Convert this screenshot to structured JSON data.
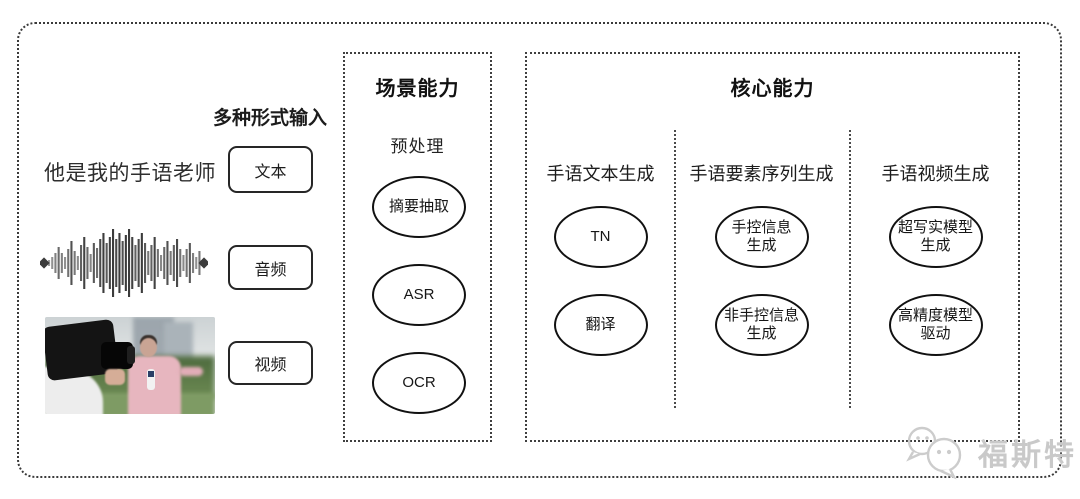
{
  "input_section": {
    "heading": "多种形式输入",
    "sentence": "他是我的手语老师",
    "boxes": [
      {
        "label": "文本"
      },
      {
        "label": "音频"
      },
      {
        "label": "视频"
      }
    ]
  },
  "scene_box": {
    "title": "场景能力",
    "subtitle": "预处理",
    "nodes": [
      {
        "lines": [
          "摘要抽取"
        ]
      },
      {
        "lines": [
          "ASR"
        ]
      },
      {
        "lines": [
          "OCR"
        ]
      }
    ]
  },
  "core_box": {
    "title": "核心能力",
    "columns": [
      {
        "heading": "手语文本生成",
        "nodes": [
          {
            "lines": [
              "TN"
            ]
          },
          {
            "lines": [
              "翻译"
            ]
          }
        ]
      },
      {
        "heading": "手语要素序列生成",
        "nodes": [
          {
            "lines": [
              "手控信息",
              "生成"
            ]
          },
          {
            "lines": [
              "非手控信息",
              "生成"
            ]
          }
        ]
      },
      {
        "heading": "手语视频生成",
        "nodes": [
          {
            "lines": [
              "超写实模型",
              "生成"
            ]
          },
          {
            "lines": [
              "高精度模型",
              "驱动"
            ]
          }
        ]
      }
    ]
  },
  "watermark": {
    "text": "福斯特"
  }
}
